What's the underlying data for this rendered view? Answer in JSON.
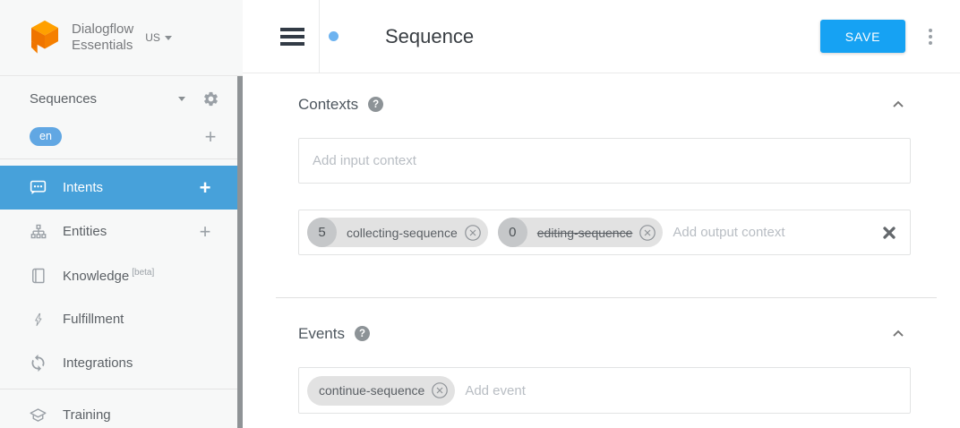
{
  "sidebar": {
    "logo_line1": "Dialogflow",
    "logo_line2": "Essentials",
    "region": "US",
    "agent_name": "Sequences",
    "language": "en",
    "items": [
      {
        "label": "Intents"
      },
      {
        "label": "Entities"
      },
      {
        "label": "Knowledge",
        "badge": "[beta]"
      },
      {
        "label": "Fulfillment"
      },
      {
        "label": "Integrations"
      },
      {
        "label": "Training"
      }
    ]
  },
  "header": {
    "title": "Sequence",
    "save_label": "SAVE"
  },
  "contexts": {
    "heading": "Contexts",
    "input_placeholder": "Add input context",
    "output_placeholder": "Add output context",
    "output_chips": [
      {
        "lifespan": "5",
        "label": "collecting-sequence"
      },
      {
        "lifespan": "0",
        "label": "editing-sequence"
      }
    ]
  },
  "events": {
    "heading": "Events",
    "input_placeholder": "Add event",
    "event_chips": [
      {
        "label": "continue-sequence"
      }
    ]
  },
  "icons": {
    "plus_glyph": "+",
    "help_glyph": "?"
  },
  "colors": {
    "active_item_blue": "#47a1da",
    "save_button_blue": "#16a2f3",
    "language_badge_blue": "#61a7e3",
    "intent_dot_blue": "#6db3f0",
    "logo_orange": "#F57F17",
    "chip_gray": "#e2e2e2"
  }
}
